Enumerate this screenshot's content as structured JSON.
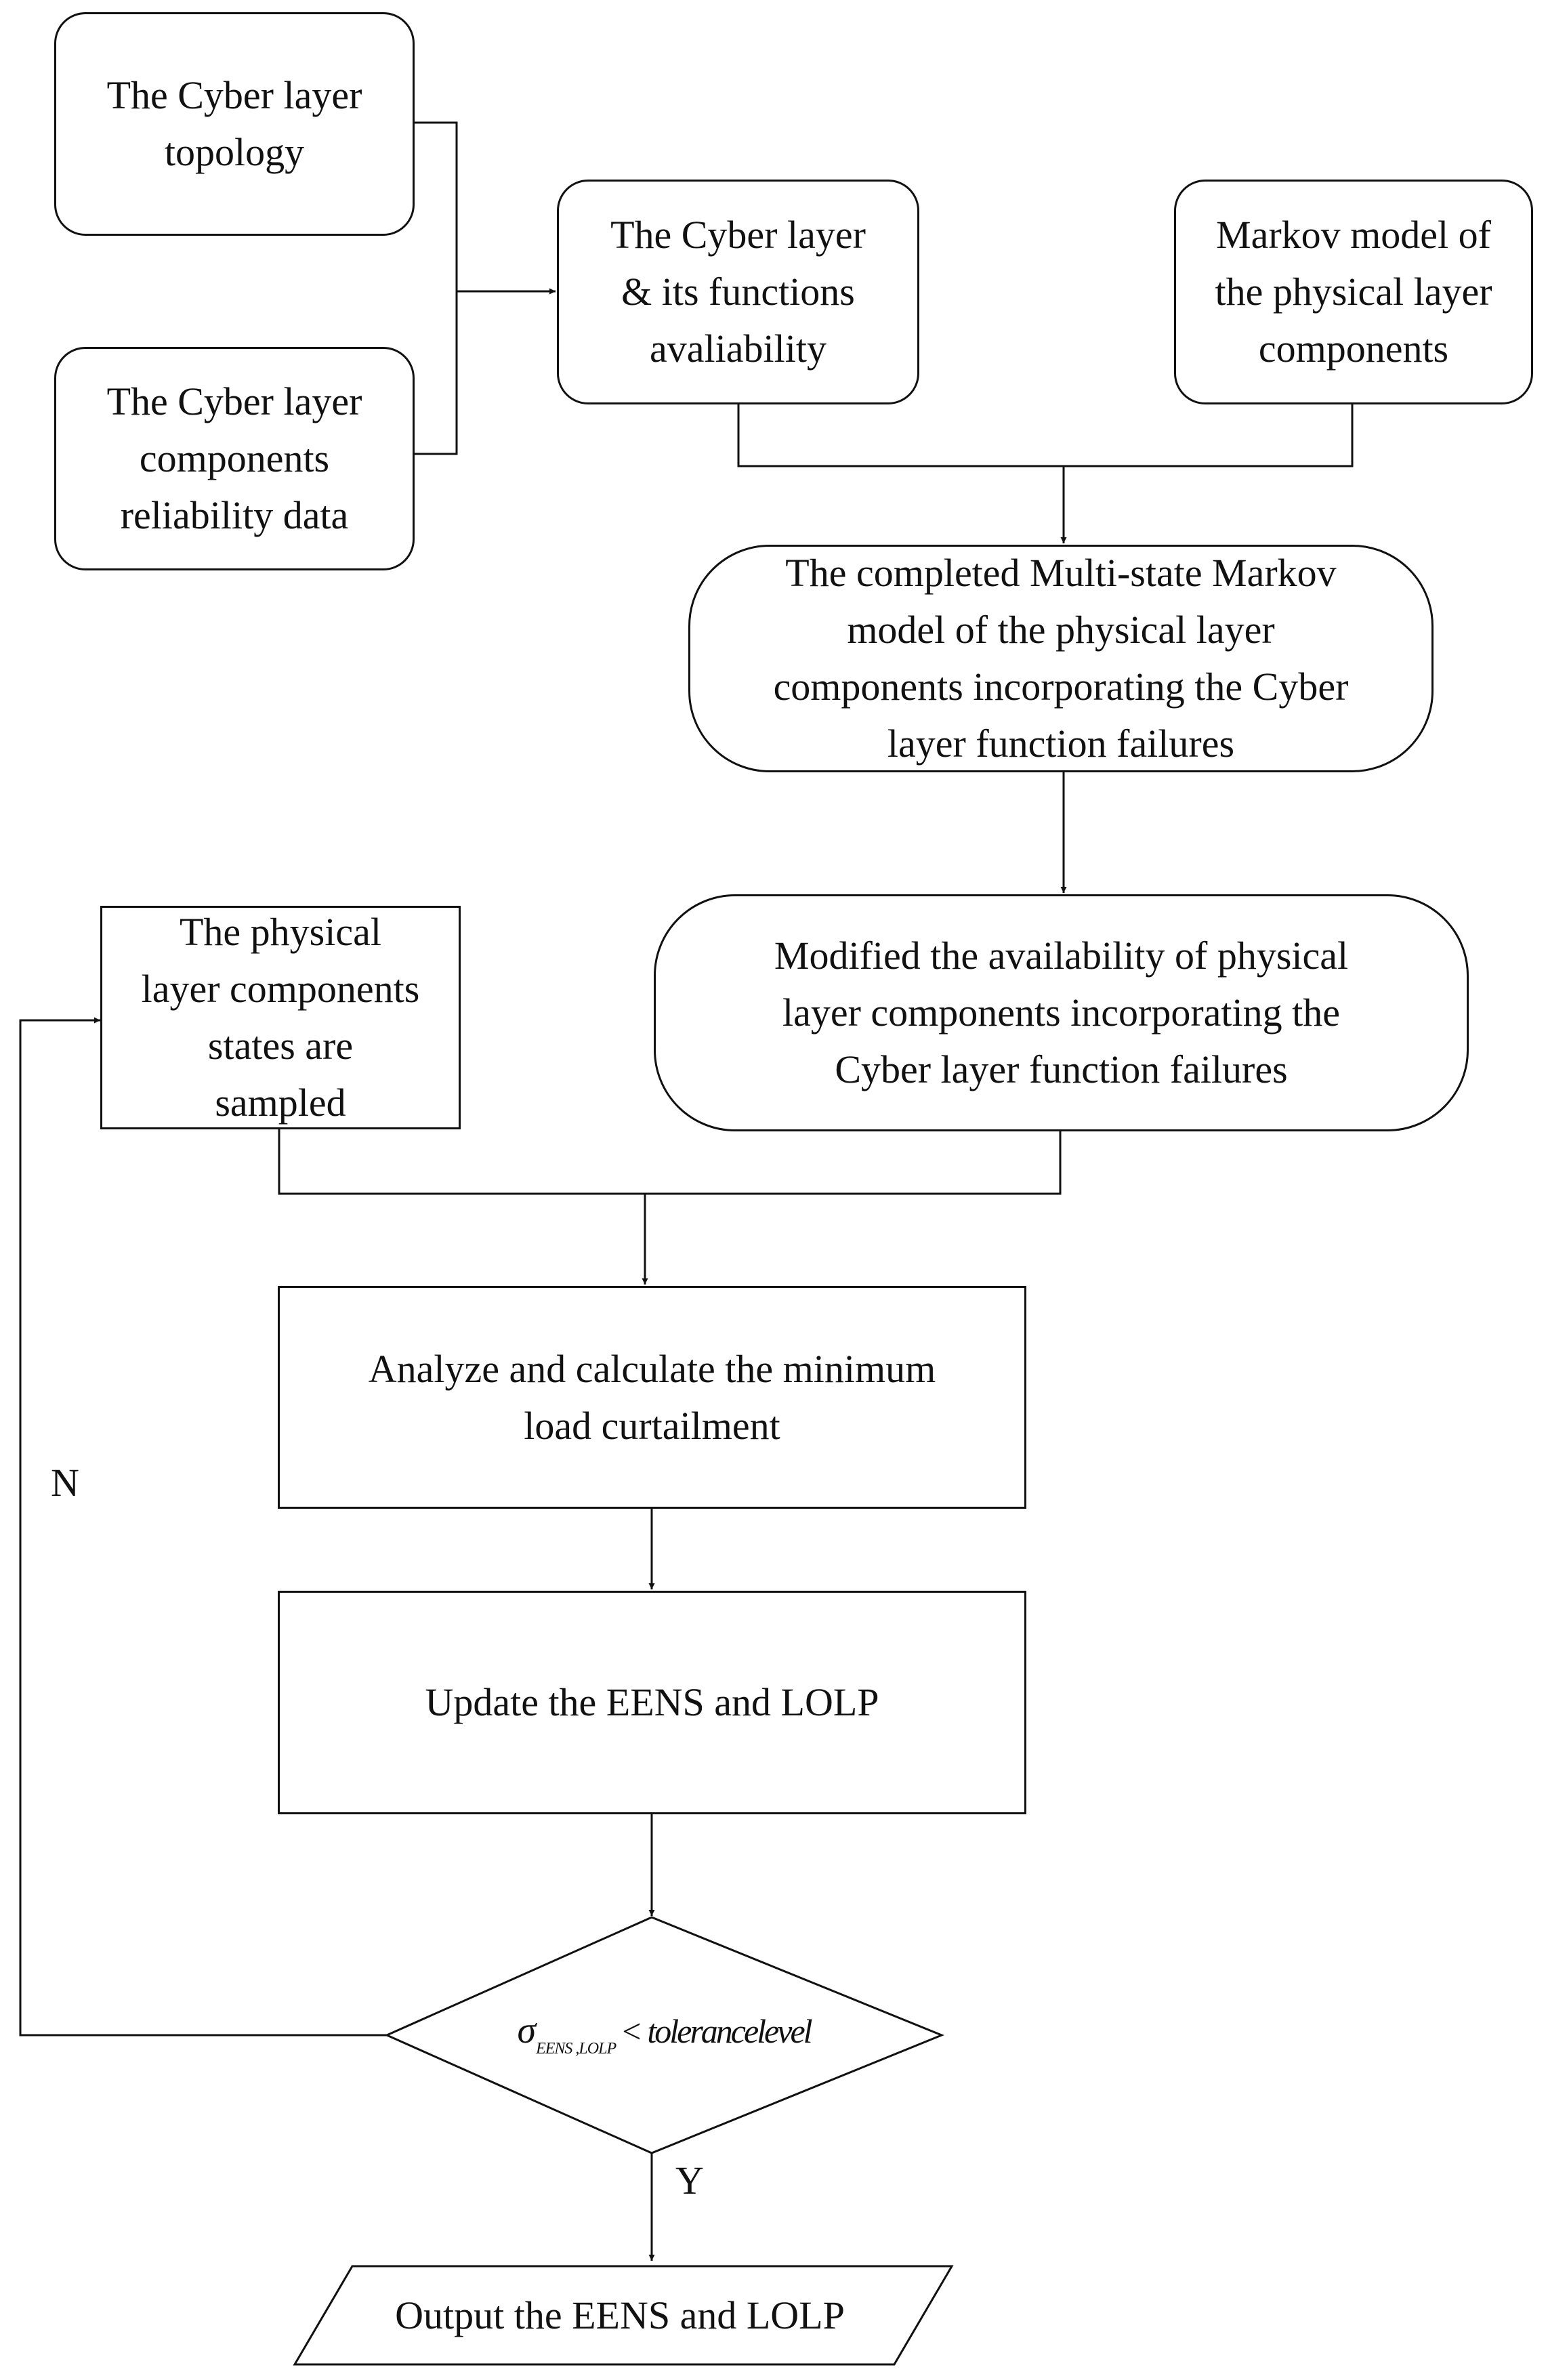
{
  "diagram": {
    "nodes": {
      "cyber_topology": "The Cyber layer\ntopology",
      "cyber_reliability": "The Cyber layer\ncomponents\nreliability data",
      "cyber_availability": "The Cyber layer\n& its functions\navaliability",
      "markov_physical": "Markov model of\nthe physical layer\ncomponents",
      "multistate_markov": "The completed Multi-state Markov\nmodel of the physical layer\ncomponents incorporating the Cyber\nlayer function failures",
      "modified_availability": "Modified the availability of physical\nlayer components incorporating the\nCyber layer function failures",
      "states_sampled": "The physical\nlayer components\nstates are\nsampled",
      "analyze": "Analyze and calculate the minimum\nload curtailment",
      "update": "Update the EENS and LOLP",
      "output": "Output the EENS and LOLP"
    },
    "decision": {
      "sigma": "σ",
      "subscript": "EENS ,LOLP",
      "rest": "< tolerancelevel"
    },
    "labels": {
      "no": "N",
      "yes": "Y"
    },
    "colors": {
      "stroke": "#111111",
      "fill": "#ffffff"
    }
  }
}
